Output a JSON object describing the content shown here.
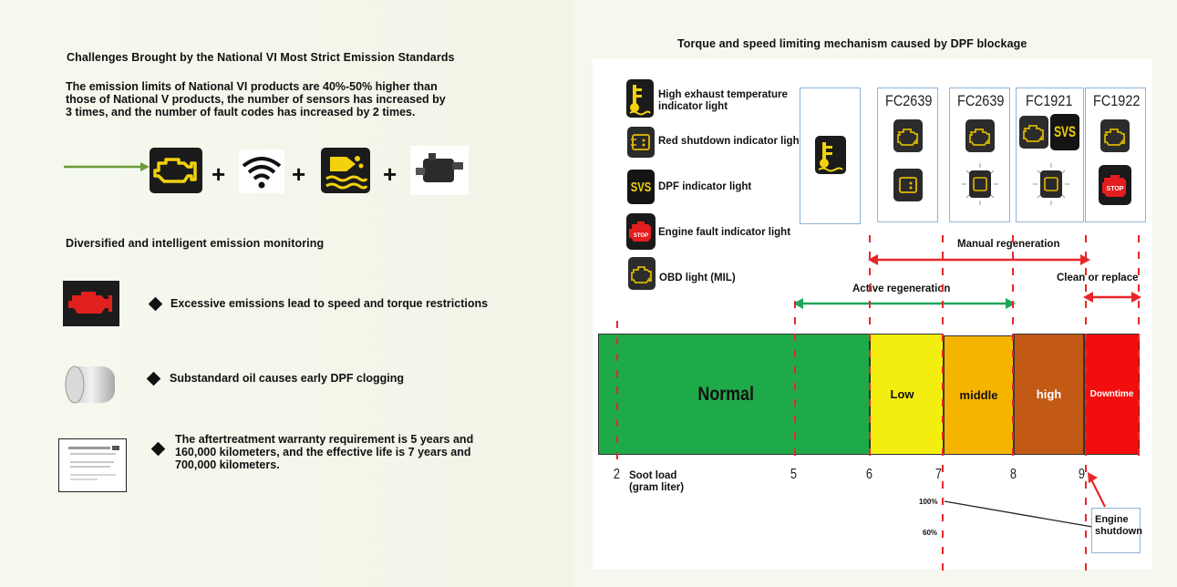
{
  "left": {
    "heading1": "Challenges Brought by the National VI Most Strict Emission Standards",
    "paragraph_lines": [
      "The emission limits of National VI products are 40%-50% higher than",
      "those of National V products, the number of sensors has increased by",
      "3 times, and the number of fault codes has increased by 2 times."
    ],
    "plus": "+",
    "heading2": "Diversified and intelligent emission monitoring",
    "bullets": [
      "Excessive emissions lead to speed and torque restrictions",
      "Substandard oil causes early DPF clogging"
    ],
    "bullet3_lines": [
      "The aftertreatment warranty requirement is 5 years and",
      "160,000 kilometers, and the effective life is 7 years and",
      "700,000 kilometers."
    ]
  },
  "right": {
    "title": "Torque and speed limiting mechanism caused by DPF blockage",
    "legend": [
      {
        "lines": [
          "High exhaust temperature",
          "indicator light"
        ],
        "icon": "high-exhaust-temperature-icon"
      },
      {
        "lines": [
          "Red shutdown indicator light"
        ],
        "icon": "dpf-filter-icon"
      },
      {
        "lines": [
          "DPF indicator light"
        ],
        "icon": "svs-icon"
      },
      {
        "lines": [
          "Engine fault indicator light"
        ],
        "icon": "stop-engine-icon"
      },
      {
        "lines": [
          "OBD light (MIL)"
        ],
        "icon": "obd-engine-icon"
      }
    ],
    "svs_text": "SVS",
    "stop_text": "STOP",
    "codes": [
      "FC2639",
      "FC2639",
      "FC1921",
      "FC1922"
    ],
    "arrows": {
      "manual": "Manual regeneration",
      "active": "Active regeneration",
      "clean": "Clean or replace"
    },
    "segments": [
      "Normal",
      "Low",
      "middle",
      "high",
      "Downtime"
    ],
    "ticks": [
      "2",
      "5",
      "6",
      "7",
      "8",
      "9"
    ],
    "soot_lines": [
      "Soot load",
      "(gram liter)"
    ],
    "pct_100": "100%",
    "pct_60": "60%",
    "shutdown_lines": [
      "Engine",
      "shutdown"
    ],
    "colors": {
      "normal": "#1faa4a",
      "low": "#f4ee10",
      "middle": "#f5b400",
      "high": "#c25a16",
      "downtime": "#f20e0e",
      "arrow_red": "#e8262a",
      "arrow_green": "#1fa65a",
      "icon_yellow": "#f2d20c"
    }
  }
}
